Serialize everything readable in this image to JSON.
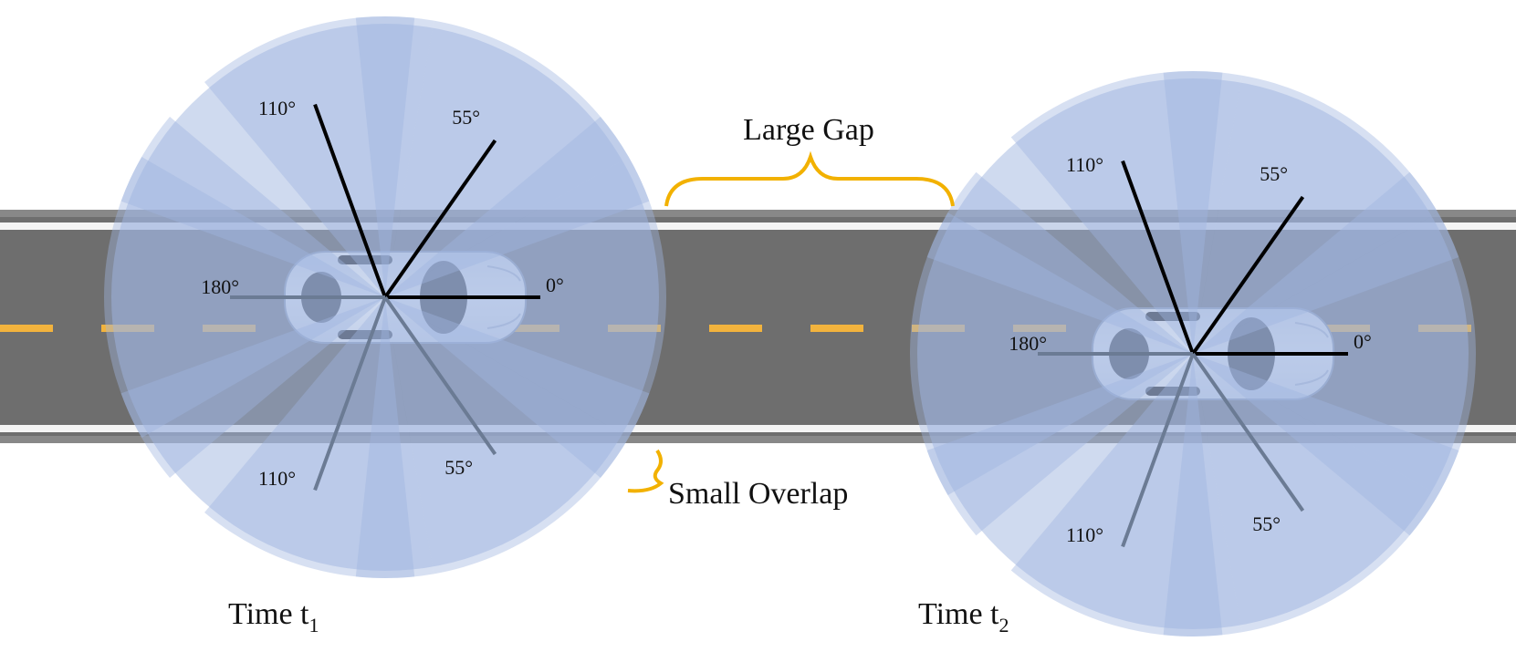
{
  "annotations": {
    "large_gap": "Large Gap",
    "small_overlap": "Small Overlap"
  },
  "times": {
    "t1": {
      "prefix": "Time t",
      "sub": "1"
    },
    "t2": {
      "prefix": "Time t",
      "sub": "2"
    }
  },
  "angles": {
    "front": "0°",
    "rear": "180°",
    "front_side": "55°",
    "rear_side": "110°"
  },
  "colors": {
    "road": "#6e6e6e",
    "road_edge": "#ffffff",
    "lane_dash": "#f2b33d",
    "coverage": "#9fb6e0",
    "brace": "#f2b100",
    "axis_dark": "#000000",
    "axis_light": "#6b7b94"
  }
}
